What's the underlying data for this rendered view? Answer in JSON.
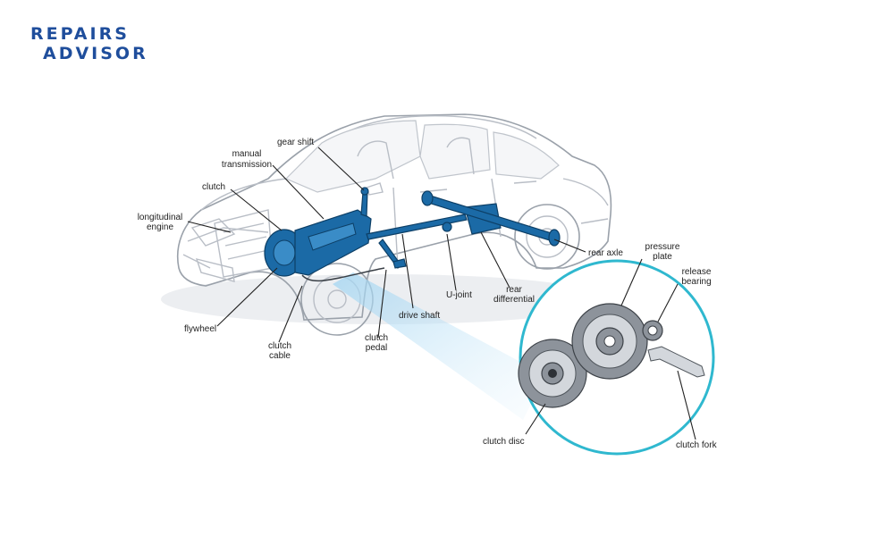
{
  "brand": {
    "line1": "REPAIRS",
    "line2": "ADVISOR"
  },
  "labels": {
    "gear_shift": "gear shift",
    "manual_transmission_1": "manual",
    "manual_transmission_2": "transmission",
    "clutch": "clutch",
    "longitudinal_engine_1": "longitudinal",
    "longitudinal_engine_2": "engine",
    "flywheel": "flywheel",
    "clutch_cable_1": "clutch",
    "clutch_cable_2": "cable",
    "clutch_pedal_1": "clutch",
    "clutch_pedal_2": "pedal",
    "drive_shaft": "drive shaft",
    "u_joint": "U-joint",
    "rear_differential_1": "rear",
    "rear_differential_2": "differential",
    "rear_axle": "rear axle",
    "pressure_plate_1": "pressure",
    "pressure_plate_2": "plate",
    "release_bearing_1": "release",
    "release_bearing_2": "bearing",
    "clutch_disc": "clutch disc",
    "clutch_fork": "clutch fork"
  },
  "colors": {
    "drivetrain": "#1b6aa6",
    "inset_ring": "#2fb8cf",
    "brand": "#1f4e9c"
  }
}
